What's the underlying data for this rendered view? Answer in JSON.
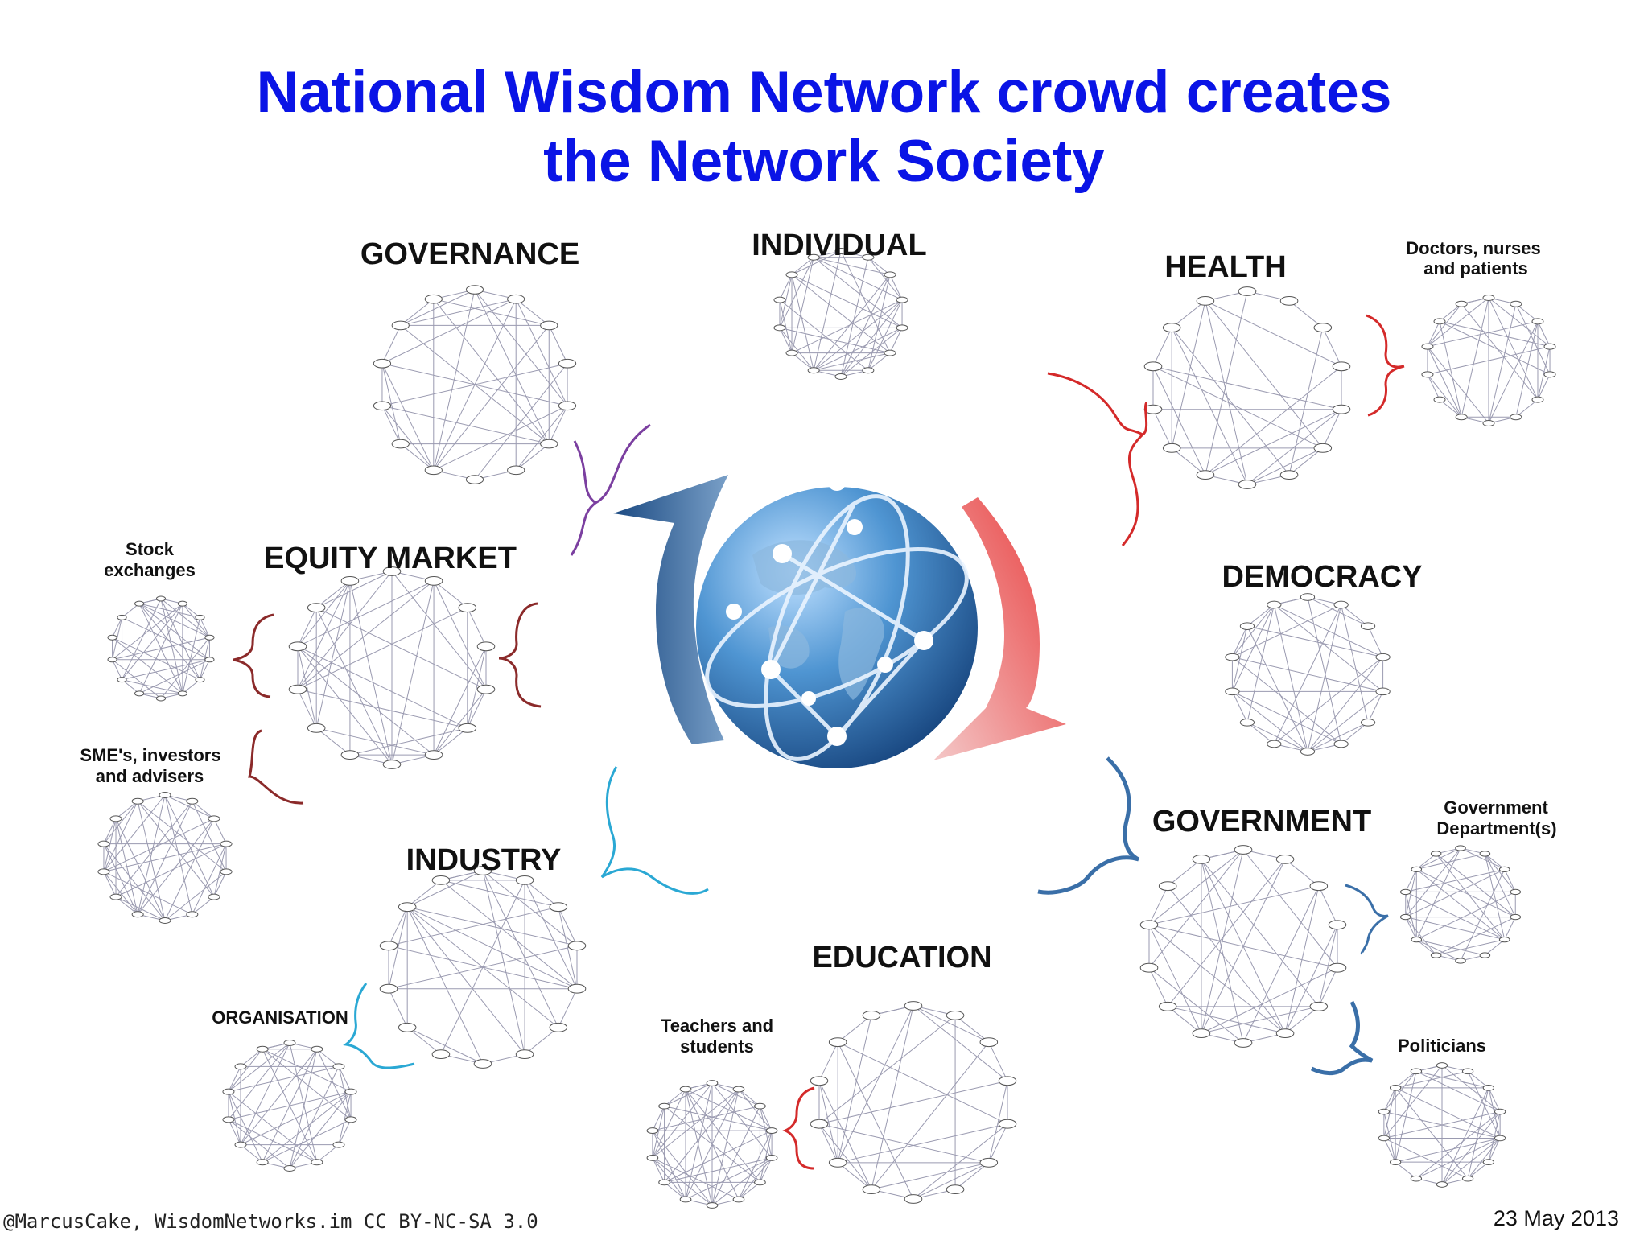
{
  "title": {
    "line1": "National Wisdom Network crowd creates",
    "line2": "the Network Society"
  },
  "nodes": {
    "governance": "GOVERNANCE",
    "individual": "INDIVIDUAL",
    "health": "HEALTH",
    "health_sub": [
      "Doctors, nurses",
      "and patients"
    ],
    "equity_market": "EQUITY MARKET",
    "equity_sub1": [
      "Stock",
      "exchanges"
    ],
    "equity_sub2": [
      "SME's, investors",
      "and advisers"
    ],
    "democracy": "DEMOCRACY",
    "industry": "INDUSTRY",
    "organisation": "ORGANISATION",
    "government": "GOVERNMENT",
    "government_sub1": [
      "Government",
      "Department(s)"
    ],
    "government_sub2": "Politicians",
    "education": "EDUCATION",
    "education_sub": [
      "Teachers and",
      "students"
    ]
  },
  "colors": {
    "title": "#0a14e6",
    "brace_purple": "#7b3fa0",
    "brace_red": "#d42a2a",
    "brace_maroon": "#8b2a2a",
    "brace_cyan": "#2aa8d4",
    "brace_blue": "#3a6fa8",
    "arrow_blue": "#1f4f86",
    "arrow_red": "#d42a2a",
    "globe": "#3f86c6"
  },
  "footer": {
    "credit": "@MarcusCake, WisdomNetworks.im CC BY-NC-SA 3.0",
    "date": "23 May 2013"
  }
}
